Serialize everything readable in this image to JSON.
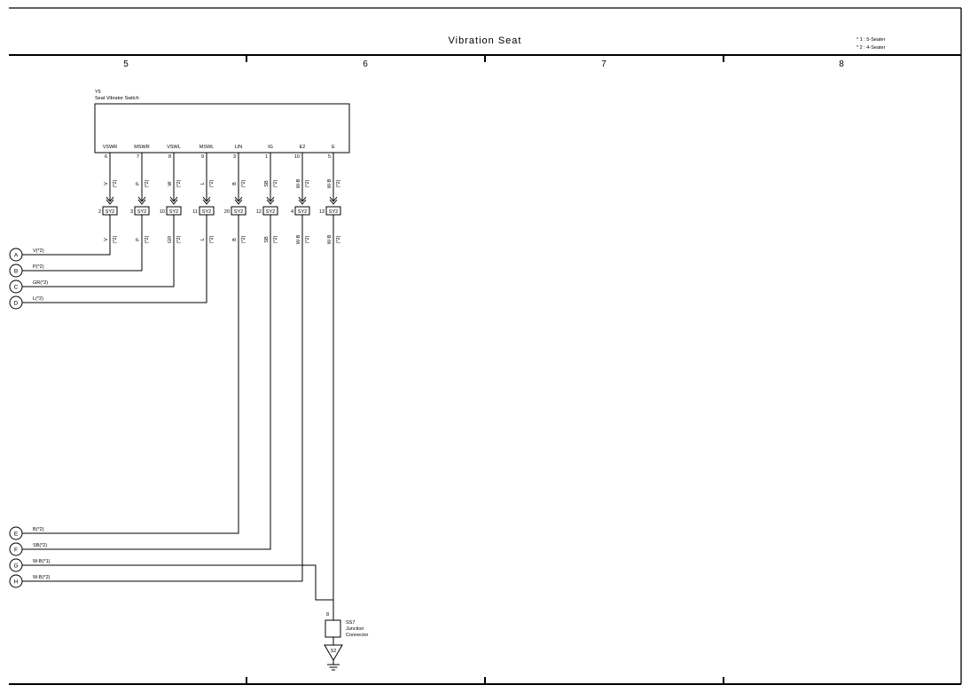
{
  "title": "Vibration Seat",
  "legend": [
    "* 1 : 5-Seater",
    "* 2 : 4-Seater"
  ],
  "grid_columns": [
    "5",
    "6",
    "7",
    "8"
  ],
  "component_switch": {
    "id": "Y5",
    "name": "Seat Vibrator Switch"
  },
  "pins": [
    {
      "label": "VSWR",
      "pin": "6",
      "wire_top": "V",
      "note_top": "(*2)",
      "conn_pin": "2",
      "conn": "SY2",
      "wire_bottom": "V",
      "note_bottom": "(*2)"
    },
    {
      "label": "MSWR",
      "pin": "7",
      "wire_top": "P",
      "note_top": "(*2)",
      "conn_pin": "3",
      "conn": "SY2",
      "wire_bottom": "P",
      "note_bottom": "(*2)"
    },
    {
      "label": "VSWL",
      "pin": "8",
      "wire_top": "W",
      "note_top": "(*2)",
      "conn_pin": "10",
      "conn": "SY2",
      "wire_bottom": "GR",
      "note_bottom": "(*2)"
    },
    {
      "label": "MSWL",
      "pin": "9",
      "wire_top": "L",
      "note_top": "(*2)",
      "conn_pin": "11",
      "conn": "SY2",
      "wire_bottom": "L",
      "note_bottom": "(*2)"
    },
    {
      "label": "LIN",
      "pin": "3",
      "wire_top": "B",
      "note_top": "(*2)",
      "conn_pin": "20",
      "conn": "SY2",
      "wire_bottom": "B",
      "note_bottom": "(*2)"
    },
    {
      "label": "IG",
      "pin": "1",
      "wire_top": "SB",
      "note_top": "(*2)",
      "conn_pin": "12",
      "conn": "SY2",
      "wire_bottom": "SB",
      "note_bottom": "(*2)"
    },
    {
      "label": "E2",
      "pin": "10",
      "wire_top": "W-B",
      "note_top": "(*2)",
      "conn_pin": "4",
      "conn": "SY2",
      "wire_bottom": "W-B",
      "note_bottom": "(*2)"
    },
    {
      "label": "E",
      "pin": "5",
      "wire_top": "W-B",
      "note_top": "(*2)",
      "conn_pin": "13",
      "conn": "SY2",
      "wire_bottom": "W-B",
      "note_bottom": "(*2)"
    }
  ],
  "refs": [
    {
      "letter": "A",
      "wire": "V(*2)"
    },
    {
      "letter": "B",
      "wire": "P(*2)"
    },
    {
      "letter": "C",
      "wire": "GR(*2)"
    },
    {
      "letter": "D",
      "wire": "L(*2)"
    },
    {
      "letter": "E",
      "wire": "B(*2)"
    },
    {
      "letter": "F",
      "wire": "SB(*2)"
    },
    {
      "letter": "G",
      "wire": "W-B(*1)"
    },
    {
      "letter": "H",
      "wire": "W-B(*2)"
    }
  ],
  "junction": {
    "pin": "8",
    "id": "SS7",
    "name_line1": "Junction",
    "name_line2": "Connector"
  },
  "ground": {
    "id": "S2"
  }
}
